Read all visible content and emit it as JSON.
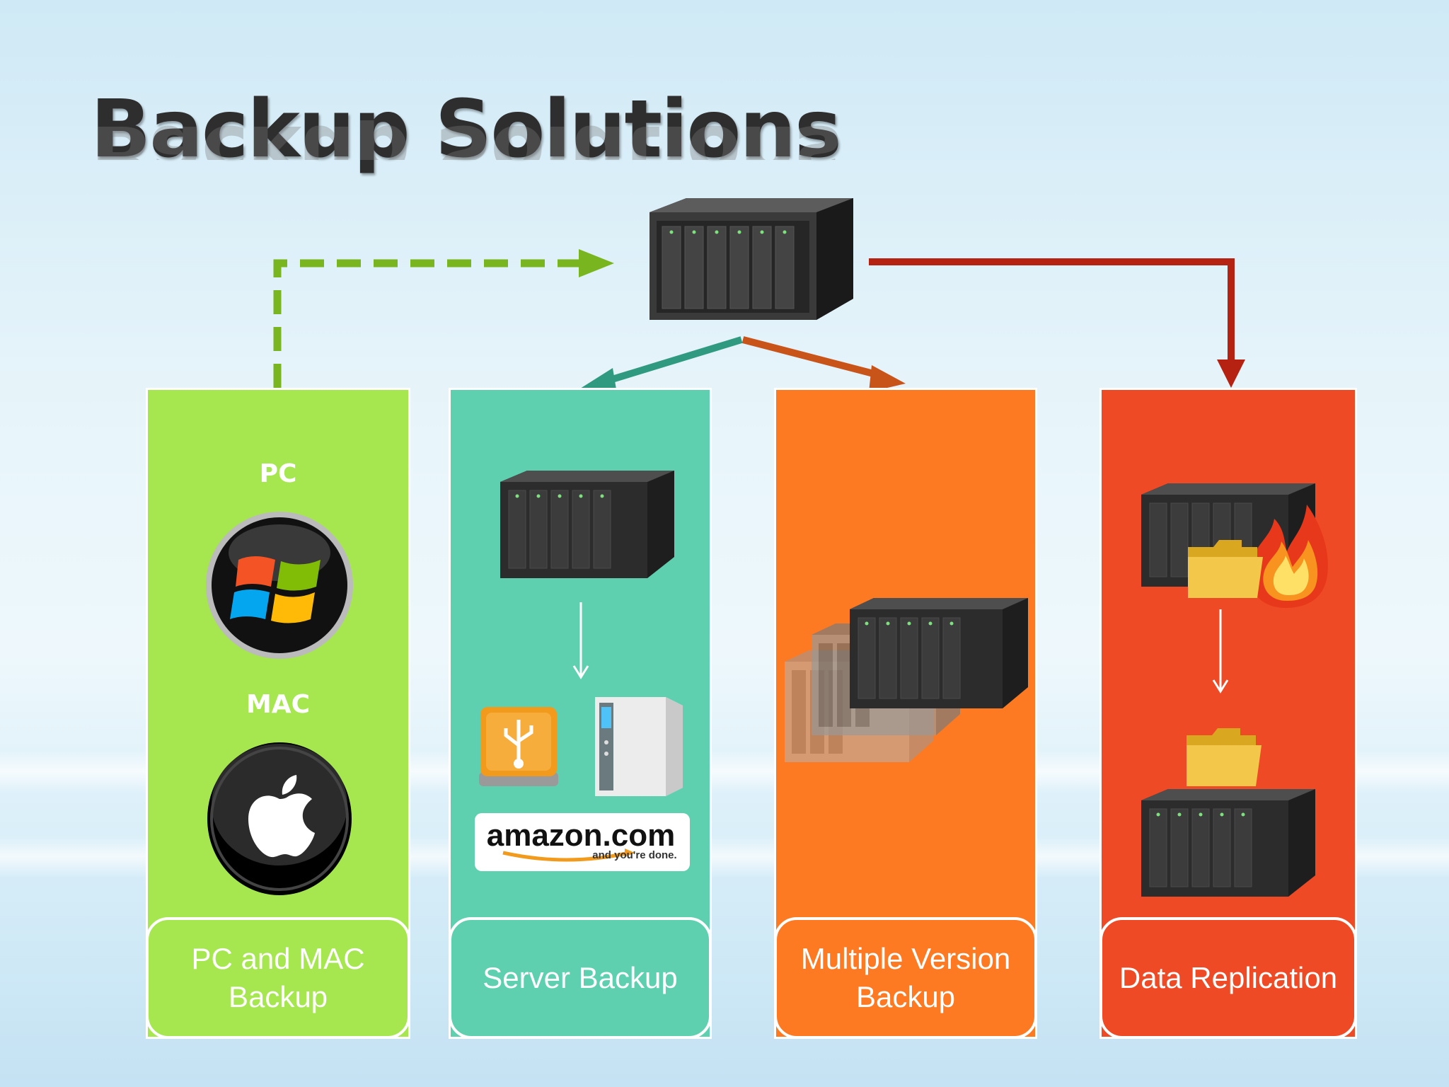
{
  "title": "Backup Solutions",
  "colors": {
    "green": "#a6e64f",
    "teal": "#5ed0b0",
    "orange": "#fe7a22",
    "red": "#ef4a26",
    "green_arrow": "#79b51f",
    "teal_arrow": "#2f9a7f",
    "orange_arrow": "#c9541a",
    "red_arrow": "#b52211"
  },
  "columns": [
    {
      "label": "PC and MAC Backup",
      "os_labels": [
        "PC",
        "MAC"
      ],
      "icons": [
        "windows-logo-icon",
        "apple-logo-icon"
      ]
    },
    {
      "label": "Server Backup",
      "icons": [
        "nas-server-icon",
        "down-arrow-icon",
        "usb-drive-icon",
        "two-bay-nas-icon",
        "amazon-logo-icon"
      ],
      "logo_text": "amazon.com",
      "logo_tagline": "and you're done."
    },
    {
      "label": "Multiple Version Backup",
      "icons": [
        "stacked-nas-servers-icon"
      ]
    },
    {
      "label": "Data Replication",
      "icons": [
        "nas-server-icon",
        "folder-icon",
        "fire-icon",
        "down-arrow-icon",
        "folder-icon",
        "nas-server-icon"
      ]
    }
  ]
}
